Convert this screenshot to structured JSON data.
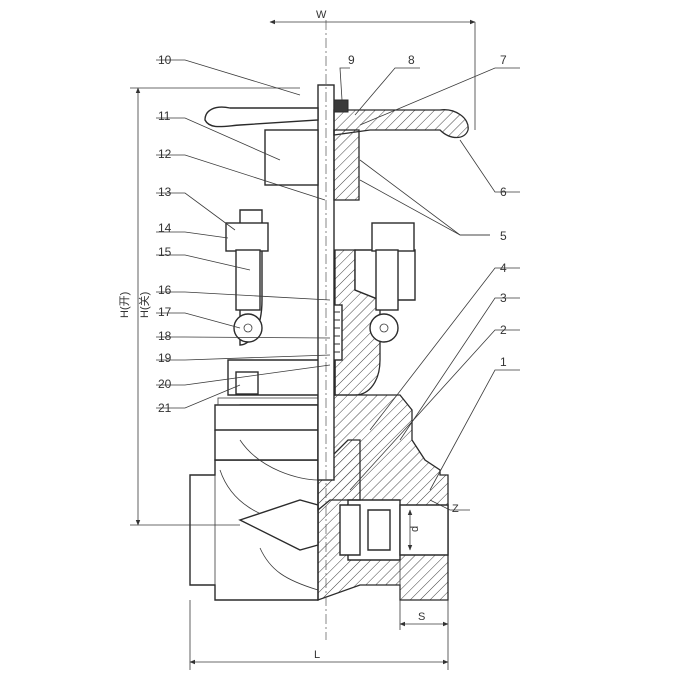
{
  "callouts": [
    "1",
    "2",
    "3",
    "4",
    "5",
    "6",
    "7",
    "8",
    "9",
    "10",
    "11",
    "12",
    "13",
    "14",
    "15",
    "16",
    "17",
    "18",
    "19",
    "20",
    "21"
  ],
  "dimensions": {
    "width": "W",
    "height_open": "H(开)",
    "height_closed": "H(关)",
    "length": "L",
    "socket_depth": "S",
    "socket_bore": "d",
    "z_mark": "Z"
  }
}
